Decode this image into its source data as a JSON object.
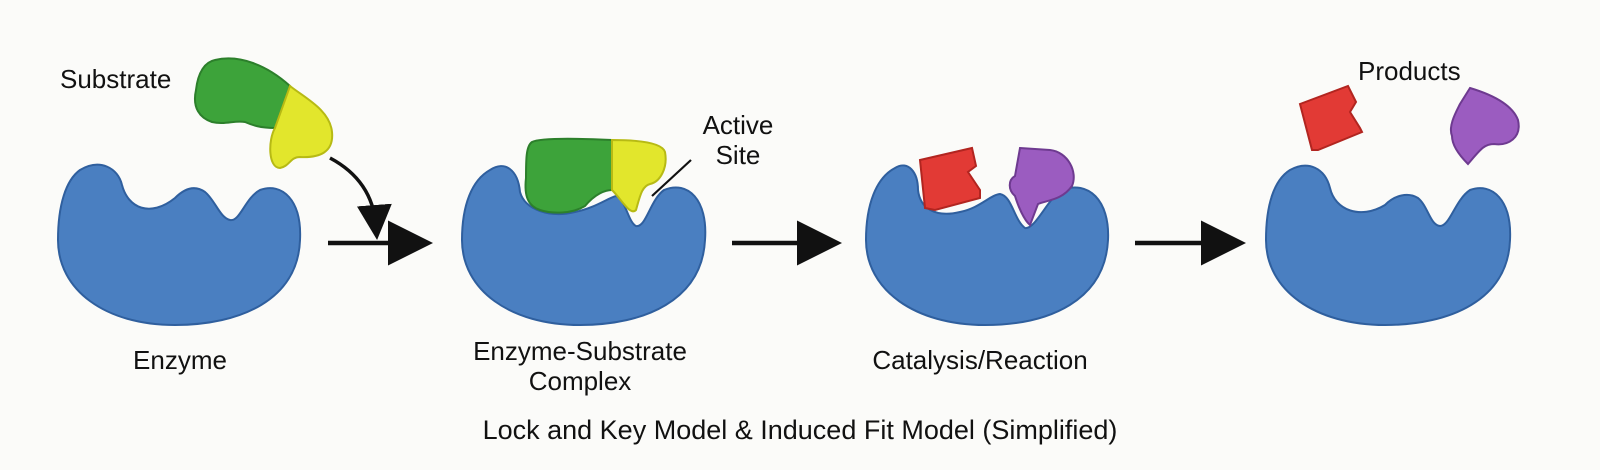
{
  "labels": {
    "substrate": "Substrate",
    "active_site": [
      "Active",
      "Site"
    ],
    "products": "Products"
  },
  "stages": [
    {
      "label": [
        "Enzyme"
      ]
    },
    {
      "label": [
        "Enzyme-Substrate",
        "Complex"
      ]
    },
    {
      "label": [
        "Catalysis/Reaction"
      ]
    }
  ],
  "caption": "Lock and Key Model & Induced Fit Model (Simplified)",
  "colors": {
    "enzyme": "#4a7fc1",
    "enzyme_outline": "#2f5f9e",
    "substrate_green": "#3da33a",
    "substrate_yellow": "#e2e62c",
    "product_red": "#e23a35",
    "product_purple": "#9b5cc0",
    "arrow": "#111111",
    "background": "#fbfbf9"
  }
}
